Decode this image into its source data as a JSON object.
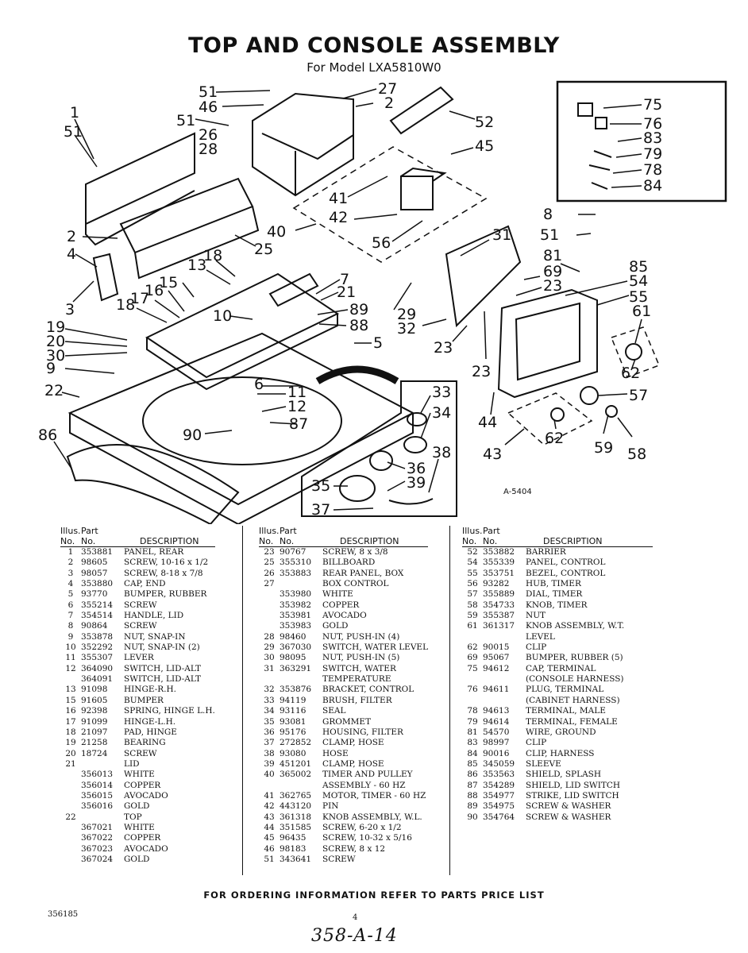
{
  "title": "TOP AND CONSOLE ASSEMBLY",
  "subtitle": "For Model LXA5810W0",
  "figure_code": "A-5404",
  "diagram_callouts": [
    "51",
    "46",
    "27",
    "2",
    "51",
    "26",
    "28",
    "52",
    "45",
    "1",
    "51",
    "41",
    "42",
    "40",
    "56",
    "2",
    "4",
    "25",
    "3",
    "13",
    "18",
    "15",
    "16",
    "17",
    "18",
    "7",
    "21",
    "89",
    "88",
    "5",
    "10",
    "19",
    "20",
    "30",
    "9",
    "22",
    "6",
    "11",
    "12",
    "87",
    "90",
    "86",
    "31",
    "29",
    "32",
    "23",
    "8",
    "51",
    "81",
    "69",
    "23",
    "85",
    "54",
    "55",
    "61",
    "62",
    "23",
    "57",
    "44",
    "43",
    "62",
    "59",
    "58",
    "33",
    "34",
    "38",
    "36",
    "39",
    "35",
    "37",
    "75",
    "76",
    "83",
    "79",
    "78",
    "84"
  ],
  "table_headers": {
    "illus": "Illus.",
    "part": "Part",
    "no": "No.",
    "no2": "No.",
    "description": "DESCRIPTION"
  },
  "columns": [
    [
      [
        "1",
        "353881",
        "PANEL, REAR"
      ],
      [
        "2",
        "98605",
        "SCREW, 10-16 x 1/2"
      ],
      [
        "3",
        "98057",
        "SCREW, 8-18 x 7/8"
      ],
      [
        "4",
        "353880",
        "CAP, END"
      ],
      [
        "5",
        "93770",
        "BUMPER, RUBBER"
      ],
      [
        "6",
        "355214",
        "SCREW"
      ],
      [
        "7",
        "354514",
        "HANDLE, LID"
      ],
      [
        "8",
        "90864",
        "SCREW"
      ],
      [
        "9",
        "353878",
        "NUT, SNAP-IN"
      ],
      [
        "10",
        "352292",
        "NUT, SNAP-IN (2)"
      ],
      [
        "11",
        "355307",
        "LEVER"
      ],
      [
        "12",
        "364090",
        "SWITCH, LID-ALT"
      ],
      [
        "",
        "364091",
        "SWITCH, LID-ALT"
      ],
      [
        "13",
        "91098",
        "HINGE-R.H."
      ],
      [
        "15",
        "91605",
        "BUMPER"
      ],
      [
        "16",
        "92398",
        "SPRING, HINGE L.H."
      ],
      [
        "17",
        "91099",
        "HINGE-L.H."
      ],
      [
        "18",
        "21097",
        "PAD, HINGE"
      ],
      [
        "19",
        "21258",
        "BEARING"
      ],
      [
        "20",
        "18724",
        "SCREW"
      ],
      [
        "21",
        "",
        "LID"
      ],
      [
        "",
        "356013",
        "WHITE"
      ],
      [
        "",
        "356014",
        "COPPER"
      ],
      [
        "",
        "356015",
        "AVOCADO"
      ],
      [
        "",
        "356016",
        "GOLD"
      ],
      [
        "22",
        "",
        "TOP"
      ],
      [
        "",
        "367021",
        "WHITE"
      ],
      [
        "",
        "367022",
        "COPPER"
      ],
      [
        "",
        "367023",
        "AVOCADO"
      ],
      [
        "",
        "367024",
        "GOLD"
      ]
    ],
    [
      [
        "23",
        "90767",
        "SCREW, 8 x 3/8"
      ],
      [
        "25",
        "355310",
        "BILLBOARD"
      ],
      [
        "26",
        "353883",
        "REAR PANEL, BOX"
      ],
      [
        "27",
        "",
        "BOX CONTROL"
      ],
      [
        "",
        "353980",
        "WHITE"
      ],
      [
        "",
        "353982",
        "COPPER"
      ],
      [
        "",
        "353981",
        "AVOCADO"
      ],
      [
        "",
        "353983",
        "GOLD"
      ],
      [
        "28",
        "98460",
        "NUT, PUSH-IN (4)"
      ],
      [
        "29",
        "367030",
        "SWITCH, WATER LEVEL"
      ],
      [
        "30",
        "98095",
        "NUT, PUSH-IN (5)"
      ],
      [
        "31",
        "363291",
        "SWITCH, WATER"
      ],
      [
        "",
        "",
        "TEMPERATURE"
      ],
      [
        "32",
        "353876",
        "BRACKET, CONTROL"
      ],
      [
        "33",
        "94119",
        "BRUSH, FILTER"
      ],
      [
        "34",
        "93116",
        "SEAL"
      ],
      [
        "35",
        "93081",
        "GROMMET"
      ],
      [
        "36",
        "95176",
        "HOUSING, FILTER"
      ],
      [
        "37",
        "272852",
        "CLAMP, HOSE"
      ],
      [
        "38",
        "93080",
        "HOSE"
      ],
      [
        "39",
        "451201",
        "CLAMP, HOSE"
      ],
      [
        "40",
        "365002",
        "TIMER AND PULLEY"
      ],
      [
        "",
        "",
        "ASSEMBLY - 60 HZ"
      ],
      [
        "41",
        "362765",
        "MOTOR, TIMER - 60 HZ"
      ],
      [
        "42",
        "443120",
        "PIN"
      ],
      [
        "43",
        "361318",
        "KNOB ASSEMBLY, W.L."
      ],
      [
        "44",
        "351585",
        "SCREW, 6-20 x 1/2"
      ],
      [
        "45",
        "96435",
        "SCREW, 10-32 x 5/16"
      ],
      [
        "46",
        "98183",
        "SCREW, 8 x 12"
      ],
      [
        "51",
        "343641",
        "SCREW"
      ]
    ],
    [
      [
        "52",
        "353882",
        "BARRIER"
      ],
      [
        "54",
        "355339",
        "PANEL, CONTROL"
      ],
      [
        "55",
        "353751",
        "BEZEL, CONTROL"
      ],
      [
        "56",
        "93282",
        "HUB, TIMER"
      ],
      [
        "57",
        "355889",
        "DIAL, TIMER"
      ],
      [
        "58",
        "354733",
        "KNOB, TIMER"
      ],
      [
        "59",
        "355387",
        "NUT"
      ],
      [
        "61",
        "361317",
        "KNOB ASSEMBLY, W.T."
      ],
      [
        "",
        "",
        "LEVEL"
      ],
      [
        "62",
        "90015",
        "CLIP"
      ],
      [
        "69",
        "95067",
        "BUMPER, RUBBER (5)"
      ],
      [
        "75",
        "94612",
        "CAP, TERMINAL"
      ],
      [
        "",
        "",
        "(CONSOLE HARNESS)"
      ],
      [
        "76",
        "94611",
        "PLUG, TERMINAL"
      ],
      [
        "",
        "",
        "(CABINET HARNESS)"
      ],
      [
        "78",
        "94613",
        "TERMINAL, MALE"
      ],
      [
        "79",
        "94614",
        "TERMINAL, FEMALE"
      ],
      [
        "81",
        "54570",
        "WIRE, GROUND"
      ],
      [
        "83",
        "98997",
        "CLIP"
      ],
      [
        "84",
        "90016",
        "CLIP, HARNESS"
      ],
      [
        "85",
        "345059",
        "SLEEVE"
      ],
      [
        "86",
        "353563",
        "SHIELD, SPLASH"
      ],
      [
        "87",
        "354289",
        "SHIELD, LID SWITCH"
      ],
      [
        "88",
        "354977",
        "STRIKE, LID SWITCH"
      ],
      [
        "89",
        "354975",
        "SCREW & WASHER"
      ],
      [
        "90",
        "354764",
        "SCREW & WASHER"
      ]
    ]
  ],
  "footer_text": "FOR ORDERING INFORMATION REFER TO PARTS PRICE LIST",
  "doc_number": "356185",
  "page_number": "4",
  "handwritten_note": "358-A-14"
}
